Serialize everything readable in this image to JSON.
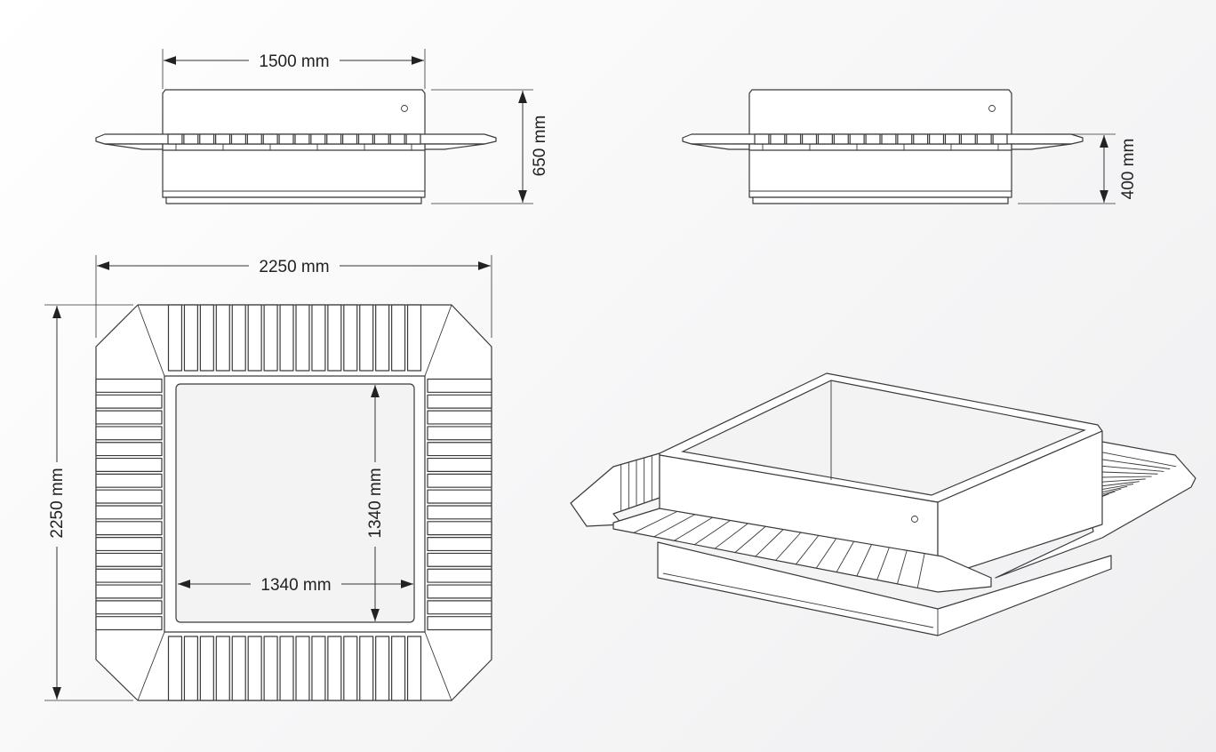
{
  "dimensions": {
    "front_width": "1500 mm",
    "front_height": "650 mm",
    "side_seat_height": "400 mm",
    "plan_overall_width": "2250 mm",
    "plan_overall_depth": "2250 mm",
    "plan_inner_width": "1340 mm",
    "plan_inner_depth": "1340 mm"
  },
  "colors": {
    "line": "#3a3a3a",
    "background": "#f6f6f7"
  }
}
